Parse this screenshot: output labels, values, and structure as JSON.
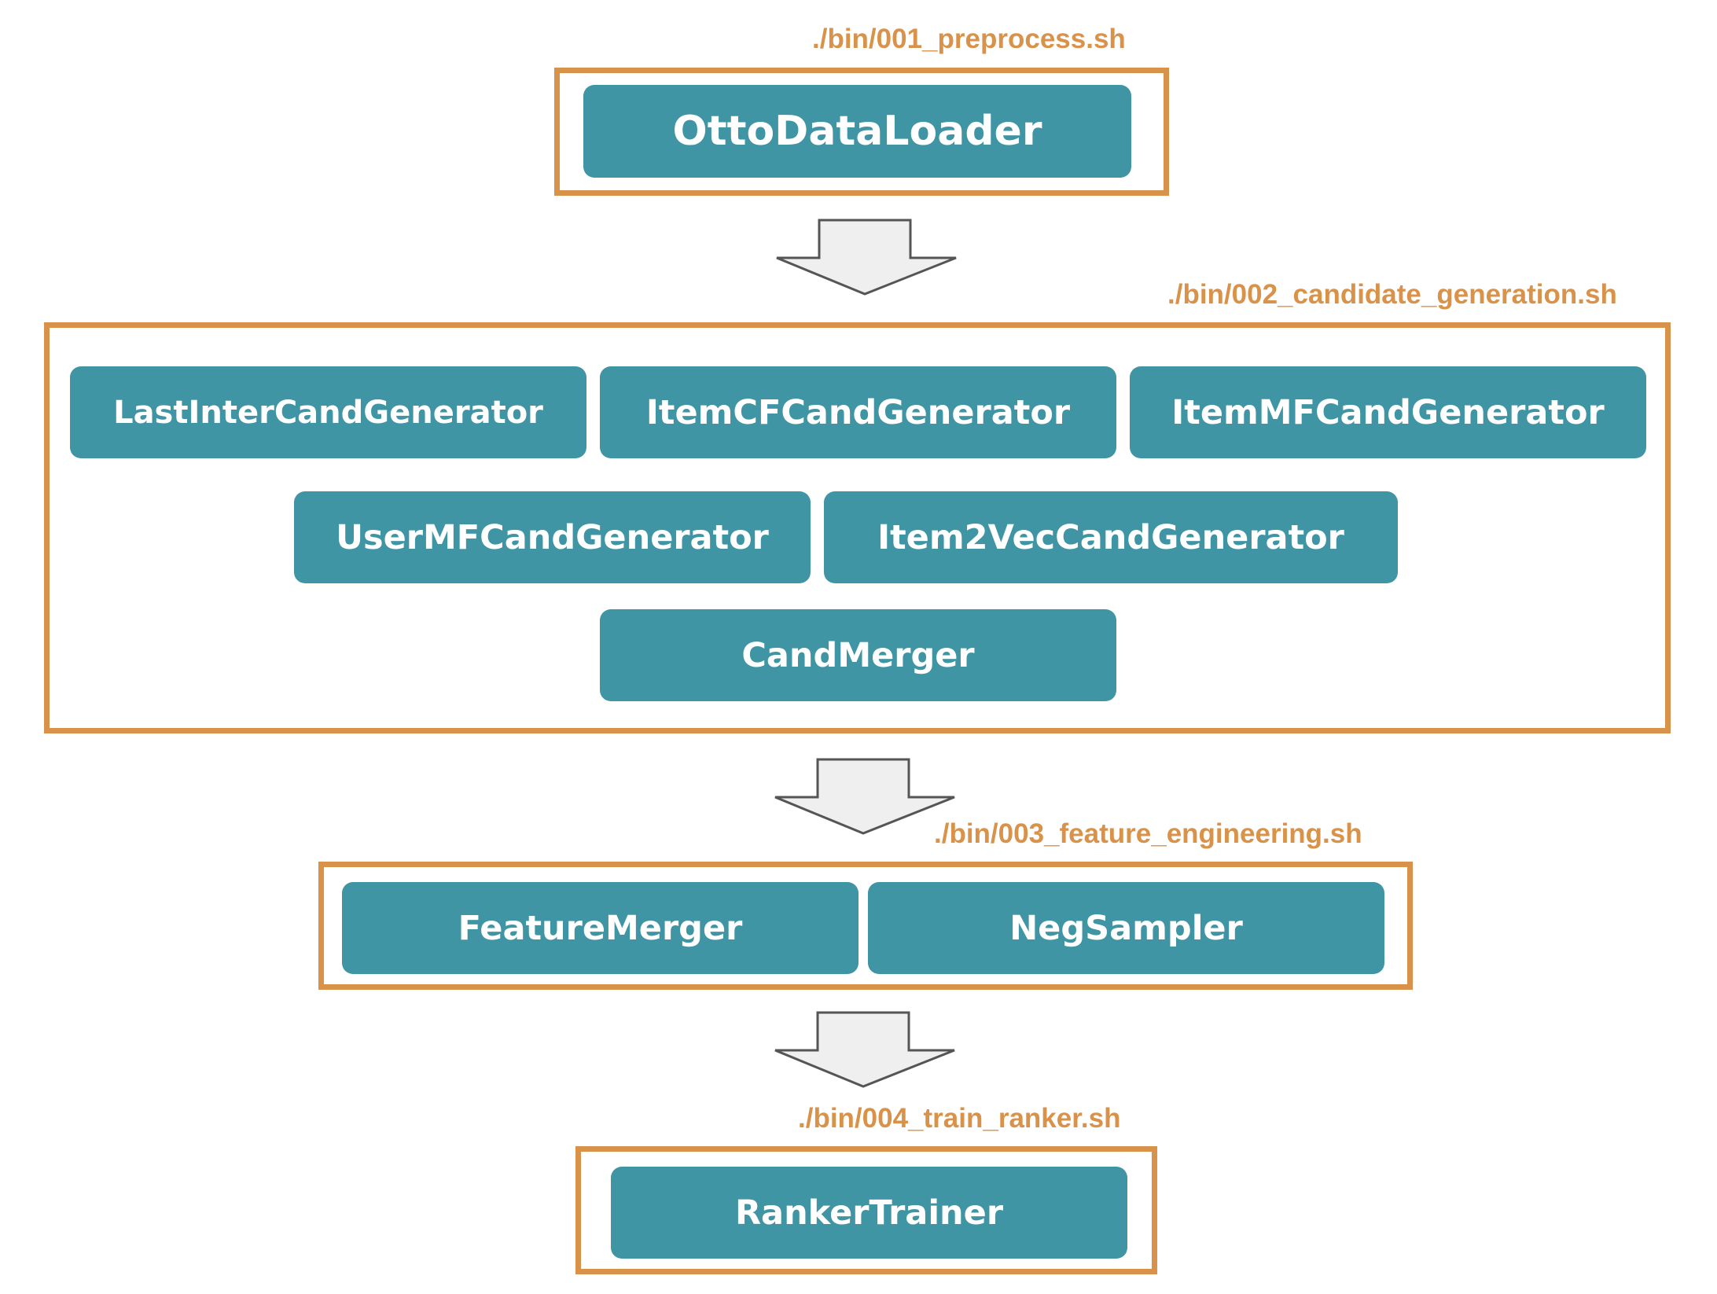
{
  "colors": {
    "stage_border": "#D9924A",
    "stage_label": "#D9924A",
    "module_fill": "#4095A4",
    "module_text": "#FFFFFF",
    "arrow_fill": "#EFEFEF",
    "arrow_stroke": "#555555"
  },
  "stages": {
    "preprocess": {
      "script": "./bin/001_preprocess.sh",
      "modules": [
        "OttoDataLoader"
      ]
    },
    "candidate_generation": {
      "script": "./bin/002_candidate_generation.sh",
      "modules": [
        "LastInterCandGenerator",
        "ItemCFCandGenerator",
        "ItemMFCandGenerator",
        "UserMFCandGenerator",
        "Item2VecCandGenerator",
        "CandMerger"
      ]
    },
    "feature_engineering": {
      "script": "./bin/003_feature_engineering.sh",
      "modules": [
        "FeatureMerger",
        "NegSampler"
      ]
    },
    "train_ranker": {
      "script": "./bin/004_train_ranker.sh",
      "modules": [
        "RankerTrainer"
      ]
    }
  },
  "arrows": [
    "flow-arrow-down-icon",
    "flow-arrow-down-icon",
    "flow-arrow-down-icon"
  ]
}
